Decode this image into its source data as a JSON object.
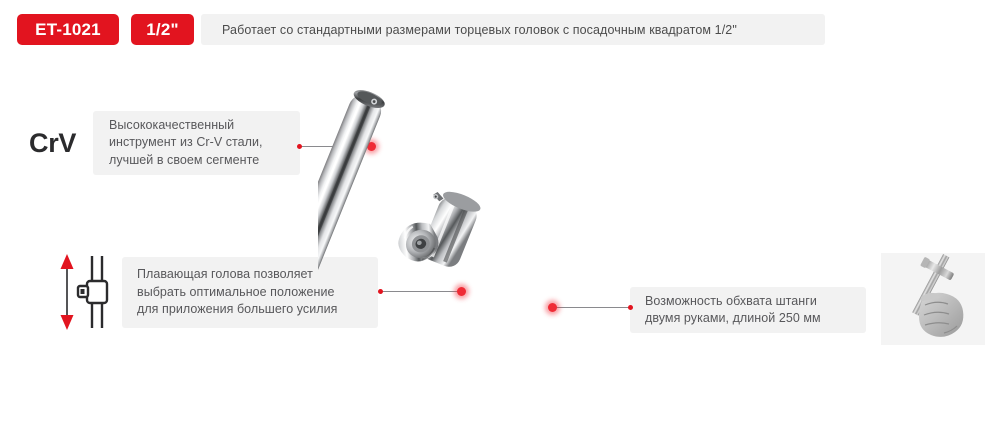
{
  "header": {
    "model_badge": "ET-1021",
    "size_badge": "1/2\"",
    "note": "Работает со стандартными размерами торцевых головок с посадочным квадратом 1/2\"",
    "badge_color": "#e2141f",
    "note_bg": "#f2f2f2"
  },
  "brand": {
    "material_logo": "CrV"
  },
  "callouts": [
    {
      "id": "steel",
      "text": "Высококачественный\nинструмент из Cr-V стали,\nлучшей в своем сегменте",
      "icon": "crv-logo"
    },
    {
      "id": "floating-head",
      "text": "Плавающая голова позволяет\nвыбрать оптимальное положение\nдля приложения большего усилия",
      "icon": "floating-head-icon"
    },
    {
      "id": "length",
      "text": "Возможность обхвата штанги\nдвумя руками, длиной 250 мм",
      "icon": null
    }
  ],
  "product": {
    "name": "sliding-t-handle-breaker-bar",
    "finish": "chrome",
    "drive": "1/2\"",
    "bar_length": "250 мм"
  },
  "photo": {
    "alt": "hand-holding-tool",
    "style": "grayscale"
  },
  "marker_color": "#e2141f",
  "line_color": "#8a8a8e"
}
